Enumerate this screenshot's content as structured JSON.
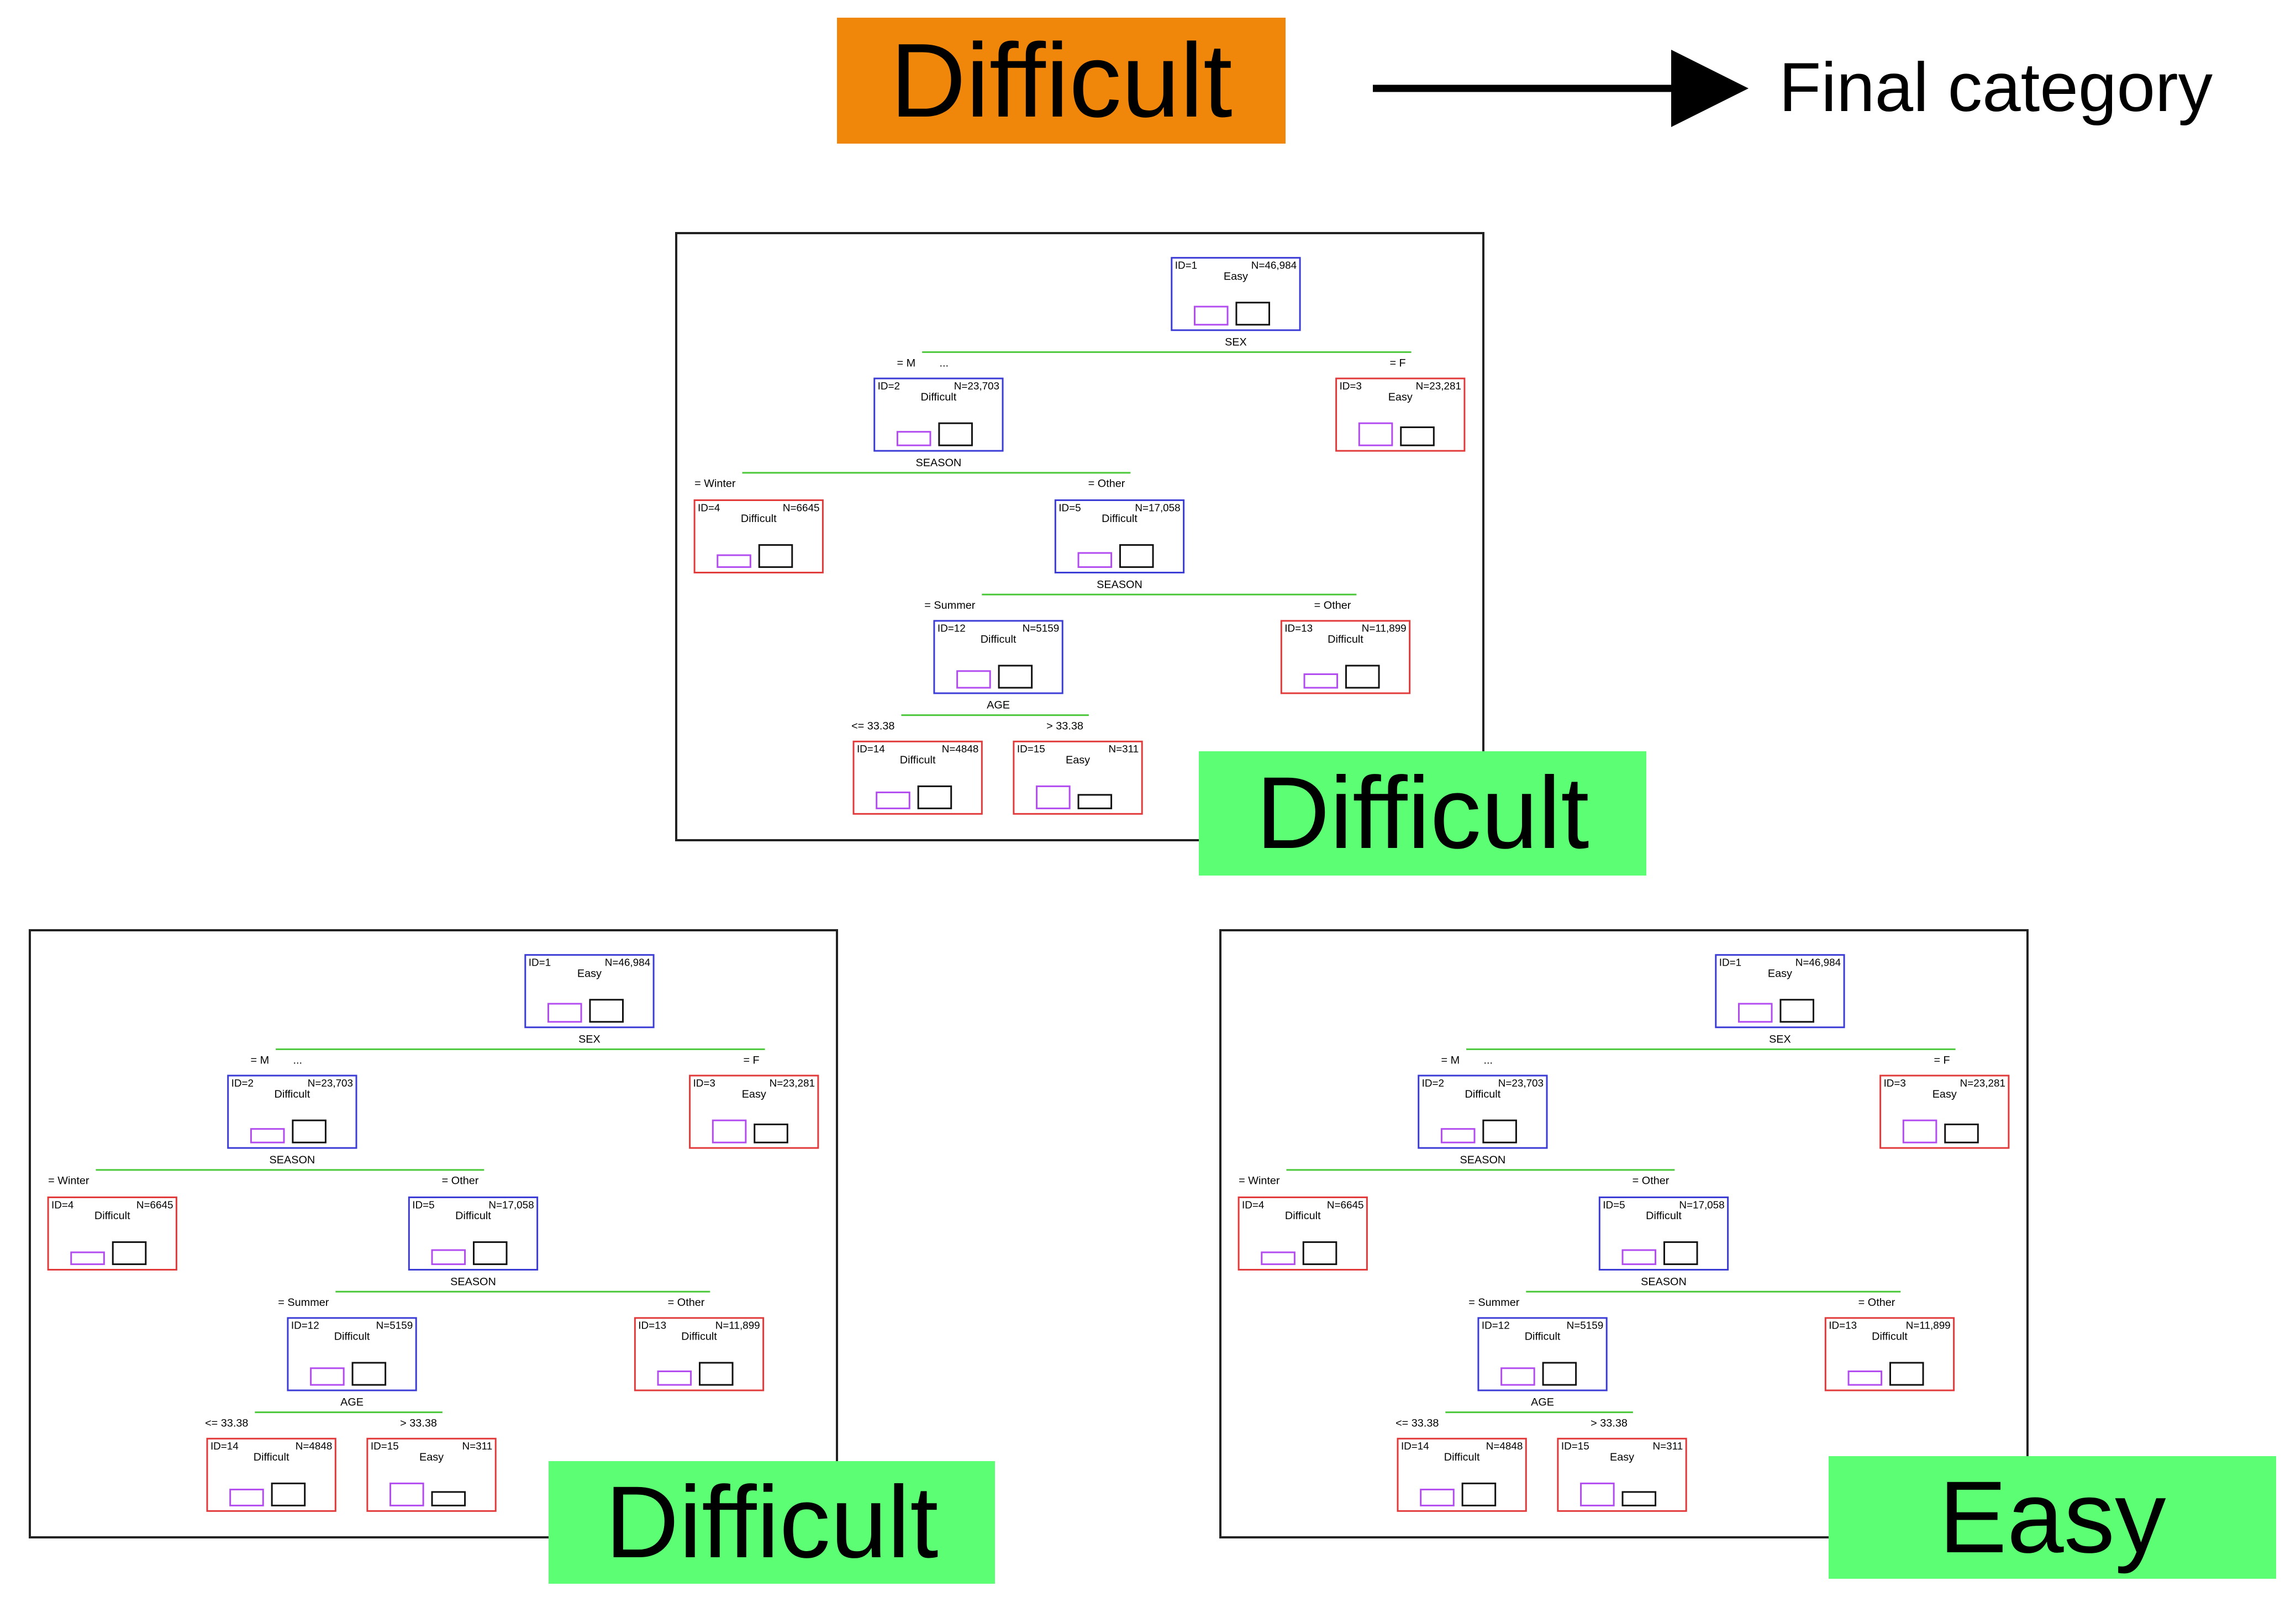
{
  "legend": {
    "category_label": "Difficult",
    "category_color": "#f0870a",
    "arrow_caption": "Final category"
  },
  "colors": {
    "verdict_bg": "#5cff73",
    "node_blue": "#3b3bd6",
    "node_red": "#e23a3a",
    "edge_green": "#4bc83a",
    "bar_purple": "#b24bf0",
    "bar_black": "#111111"
  },
  "tree": {
    "nodes": [
      {
        "id": "ID=1",
        "n": "N=46,984",
        "label": "Easy",
        "color": "blue",
        "split": "SEX",
        "bars": [
          0.45,
          0.55
        ]
      },
      {
        "id": "ID=2",
        "n": "N=23,703",
        "label": "Difficult",
        "color": "blue",
        "split": "SEASON",
        "bars": [
          0.38,
          0.62
        ]
      },
      {
        "id": "ID=3",
        "n": "N=23,281",
        "label": "Easy",
        "color": "red",
        "split": "",
        "bars": [
          0.55,
          0.45
        ]
      },
      {
        "id": "ID=4",
        "n": "N=6645",
        "label": "Difficult",
        "color": "red",
        "split": "",
        "bars": [
          0.35,
          0.65
        ]
      },
      {
        "id": "ID=5",
        "n": "N=17,058",
        "label": "Difficult",
        "color": "blue",
        "split": "SEASON",
        "bars": [
          0.39,
          0.61
        ]
      },
      {
        "id": "ID=12",
        "n": "N=5159",
        "label": "Difficult",
        "color": "blue",
        "split": "AGE",
        "bars": [
          0.43,
          0.57
        ]
      },
      {
        "id": "ID=13",
        "n": "N=11,899",
        "label": "Difficult",
        "color": "red",
        "split": "",
        "bars": [
          0.38,
          0.62
        ]
      },
      {
        "id": "ID=14",
        "n": "N=4848",
        "label": "Difficult",
        "color": "red",
        "split": "",
        "bars": [
          0.42,
          0.58
        ]
      },
      {
        "id": "ID=15",
        "n": "N=311",
        "label": "Easy",
        "color": "red",
        "split": "",
        "bars": [
          0.62,
          0.38
        ]
      }
    ],
    "branches": [
      {
        "from": 0,
        "left": "= M",
        "left_extra": "...",
        "right": "= F"
      },
      {
        "from": 1,
        "left": "= Winter",
        "right": "= Other"
      },
      {
        "from": 4,
        "left": "= Summer",
        "right": "= Other"
      },
      {
        "from": 5,
        "left": "<= 33.38",
        "right": "> 33.38"
      }
    ]
  },
  "panels": [
    {
      "verdict": "Difficult",
      "verdict_color": "#5cff73"
    },
    {
      "verdict": "Difficult",
      "verdict_color": "#5cff73"
    },
    {
      "verdict": "Easy",
      "verdict_color": "#5cff73"
    }
  ]
}
